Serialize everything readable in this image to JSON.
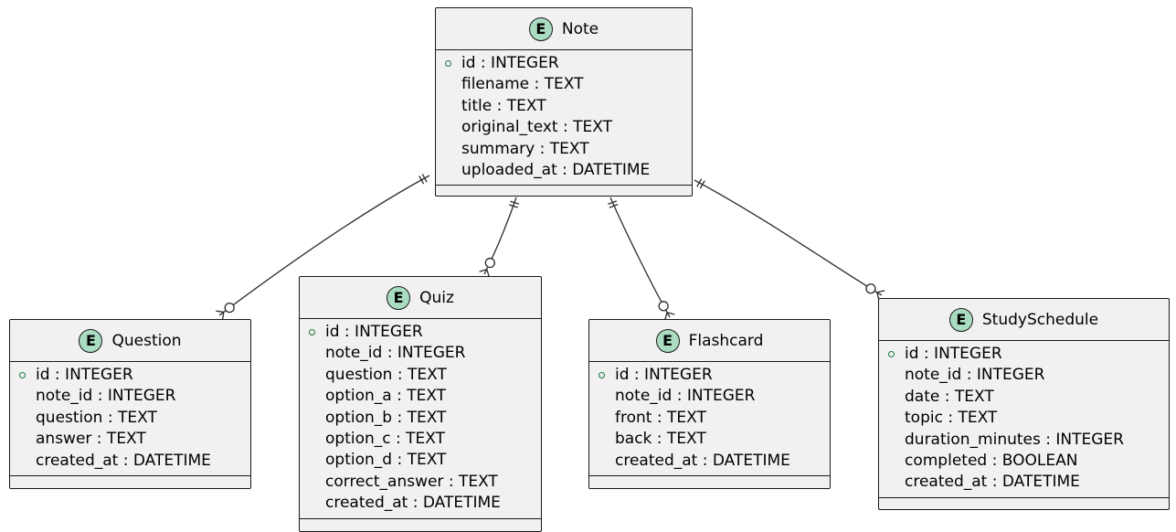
{
  "entities": {
    "note": {
      "title": "Note",
      "badge": "E",
      "attributes": [
        {
          "text": "id : INTEGER",
          "pk": true
        },
        {
          "text": "filename : TEXT"
        },
        {
          "text": "title : TEXT"
        },
        {
          "text": "original_text : TEXT"
        },
        {
          "text": "summary : TEXT"
        },
        {
          "text": "uploaded_at : DATETIME"
        }
      ]
    },
    "question": {
      "title": "Question",
      "badge": "E",
      "attributes": [
        {
          "text": "id : INTEGER",
          "pk": true
        },
        {
          "text": "note_id : INTEGER"
        },
        {
          "text": "question : TEXT"
        },
        {
          "text": "answer : TEXT"
        },
        {
          "text": "created_at : DATETIME"
        }
      ]
    },
    "quiz": {
      "title": "Quiz",
      "badge": "E",
      "attributes": [
        {
          "text": "id : INTEGER",
          "pk": true
        },
        {
          "text": "note_id : INTEGER"
        },
        {
          "text": "question : TEXT"
        },
        {
          "text": "option_a : TEXT"
        },
        {
          "text": "option_b : TEXT"
        },
        {
          "text": "option_c : TEXT"
        },
        {
          "text": "option_d : TEXT"
        },
        {
          "text": "correct_answer : TEXT"
        },
        {
          "text": "created_at : DATETIME"
        }
      ]
    },
    "flashcard": {
      "title": "Flashcard",
      "badge": "E",
      "attributes": [
        {
          "text": "id : INTEGER",
          "pk": true
        },
        {
          "text": "note_id : INTEGER"
        },
        {
          "text": "front : TEXT"
        },
        {
          "text": "back : TEXT"
        },
        {
          "text": "created_at : DATETIME"
        }
      ]
    },
    "studyschedule": {
      "title": "StudySchedule",
      "badge": "E",
      "attributes": [
        {
          "text": "id : INTEGER",
          "pk": true
        },
        {
          "text": "note_id : INTEGER"
        },
        {
          "text": "date : TEXT"
        },
        {
          "text": "topic : TEXT"
        },
        {
          "text": "duration_minutes : INTEGER"
        },
        {
          "text": "completed : BOOLEAN"
        },
        {
          "text": "created_at : DATETIME"
        }
      ]
    }
  },
  "relationships": [
    {
      "from": "Note",
      "to": "Question",
      "from_card": "exactly-one",
      "to_card": "zero-or-many"
    },
    {
      "from": "Note",
      "to": "Quiz",
      "from_card": "exactly-one",
      "to_card": "zero-or-many"
    },
    {
      "from": "Note",
      "to": "Flashcard",
      "from_card": "exactly-one",
      "to_card": "zero-or-many"
    },
    {
      "from": "Note",
      "to": "StudySchedule",
      "from_card": "exactly-one",
      "to_card": "zero-or-many"
    }
  ],
  "colors": {
    "entity_fill": "#f1f1f1",
    "border": "#181818",
    "badge_fill": "#a9dcc0",
    "pk_marker": "#1a7a3e",
    "edge": "#2b2b2b"
  }
}
